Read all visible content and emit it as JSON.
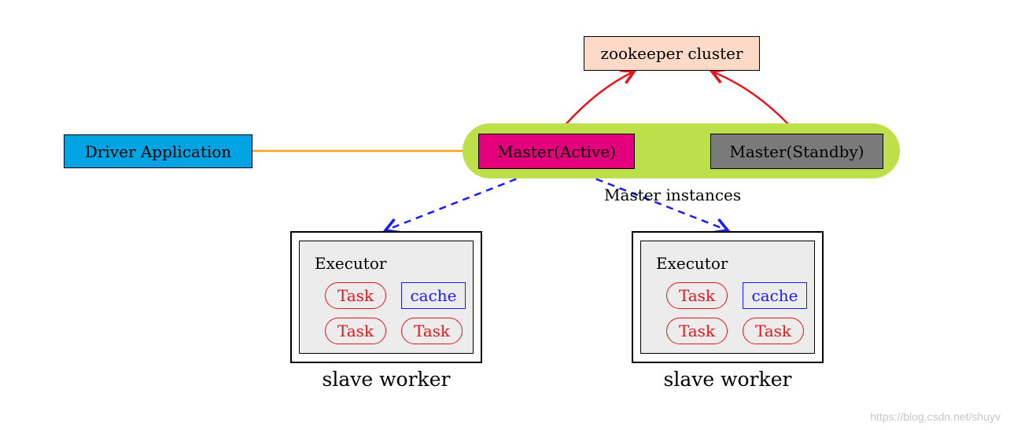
{
  "zookeeper": {
    "label": "zookeeper cluster",
    "color": "#fdd9c7"
  },
  "driver": {
    "label": "Driver Application",
    "color": "#00a4e2"
  },
  "master_group": {
    "label": "Master instances",
    "color": "#bde04a",
    "active": {
      "label": "Master(Active)",
      "color": "#e4007c"
    },
    "standby": {
      "label": "Master(Standby)",
      "color": "#7a7a7a"
    }
  },
  "workers": [
    {
      "caption": "slave worker",
      "executor": {
        "label": "Executor",
        "tasks": [
          "Task",
          "Task",
          "Task"
        ],
        "cache": "cache"
      }
    },
    {
      "caption": "slave worker",
      "executor": {
        "label": "Executor",
        "tasks": [
          "Task",
          "Task",
          "Task"
        ],
        "cache": "cache"
      }
    }
  ],
  "edges": [
    {
      "from": "master-active",
      "to": "zookeeper",
      "style": "solid",
      "color": "#e8141a"
    },
    {
      "from": "master-standby",
      "to": "zookeeper",
      "style": "solid",
      "color": "#e8141a"
    },
    {
      "from": "driver",
      "to": "master-active",
      "style": "solid",
      "color": "#f5a11c"
    },
    {
      "from": "master-active",
      "to": "worker-1",
      "style": "dashed",
      "color": "#1a1aff"
    },
    {
      "from": "master-active",
      "to": "worker-2",
      "style": "dashed",
      "color": "#1a1aff"
    }
  ],
  "watermark": "https://blog.csdn.net/shuyv"
}
